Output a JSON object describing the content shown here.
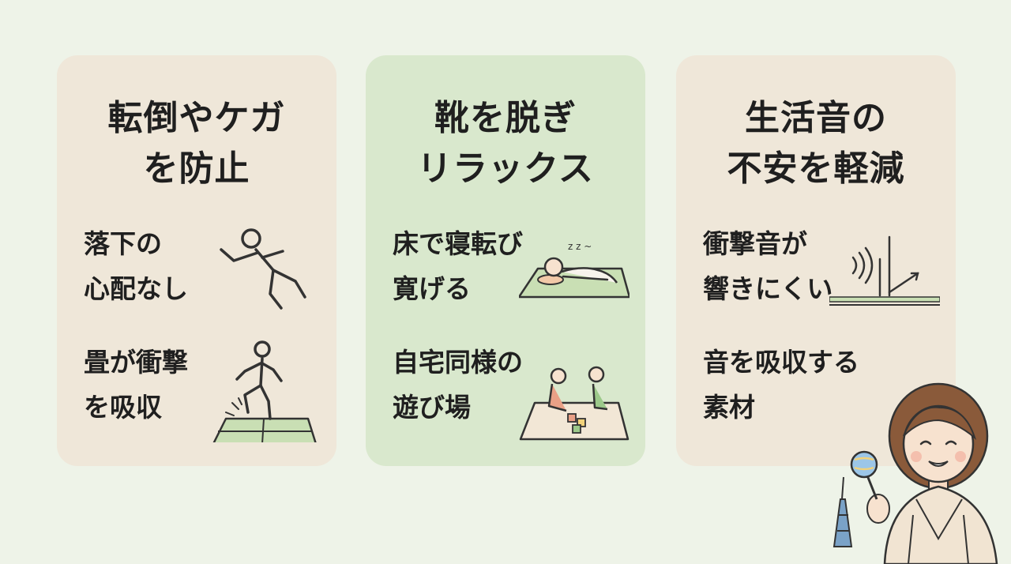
{
  "cards": [
    {
      "title": [
        "転倒やケガ",
        "を防止"
      ],
      "items": [
        {
          "lines": [
            "落下の",
            "心配なし"
          ],
          "icon": "falling-person-icon"
        },
        {
          "lines": [
            "畳が衝撃",
            "を吸収"
          ],
          "icon": "person-landing-on-tatami-icon"
        }
      ]
    },
    {
      "title": [
        "靴を脱ぎ",
        "リラックス"
      ],
      "items": [
        {
          "lines": [
            "床で寝転び",
            "寛げる"
          ],
          "icon": "person-lying-on-mat-icon"
        },
        {
          "lines": [
            "自宅同様の",
            "遊び場"
          ],
          "icon": "children-playing-blocks-icon"
        }
      ]
    },
    {
      "title": [
        "生活音の",
        "不安を軽減"
      ],
      "items": [
        {
          "lines": [
            "衝撃音が",
            "響きにくい"
          ],
          "icon": "sound-absorb-icon"
        },
        {
          "lines": [
            "音を吸収する",
            "素材"
          ],
          "icon": ""
        }
      ]
    }
  ],
  "colors": {
    "background": "#eef3e8",
    "card_beige": "#efe7d9",
    "card_green": "#d9e8cd",
    "text": "#1f1f1f",
    "tatami_green": "#c9dfb4"
  }
}
